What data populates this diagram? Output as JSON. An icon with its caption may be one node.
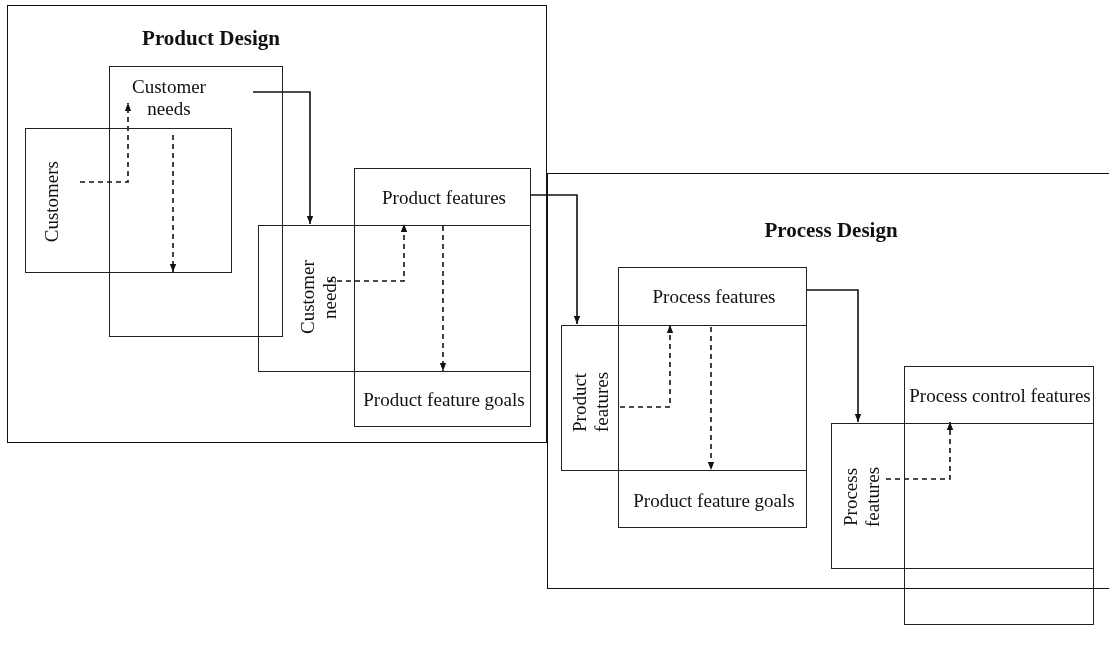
{
  "diagram": {
    "nodes": [
      {
        "text": [
          "Product Design"
        ]
      },
      {
        "text": [
          "Customer needs"
        ],
        "in": 0
      },
      {
        "text": [
          "Customers"
        ],
        "in": 0
      },
      {
        "text": [
          "Product features",
          "Product feature goals"
        ],
        "in": 0
      },
      {
        "text": [
          "Customer needs"
        ],
        "in": 0
      },
      {
        "text": [
          "Process Design"
        ]
      },
      {
        "text": [
          "Process features",
          "Product feature goals"
        ],
        "in": 5
      },
      {
        "text": [
          "Product features"
        ],
        "in": 5
      },
      {
        "text": [
          "Process control features"
        ],
        "in": 5
      },
      {
        "text": [
          "Process features"
        ],
        "in": 5
      }
    ],
    "edges": [
      {
        "from": 1,
        "to": 4,
        "arrow": "to"
      },
      {
        "from": 2,
        "to": 1,
        "arrow": "to",
        "style": "dashed"
      },
      {
        "from": 2,
        "to": 1,
        "arrow": "to",
        "style": "dashed"
      },
      {
        "from": 3,
        "to": 7,
        "arrow": "to"
      },
      {
        "from": 4,
        "to": 3,
        "arrow": "to",
        "style": "dashed"
      },
      {
        "from": 3,
        "to": 4,
        "arrow": "to",
        "style": "dashed"
      },
      {
        "from": 6,
        "to": 9,
        "arrow": "to"
      },
      {
        "from": 7,
        "to": 6,
        "arrow": "to",
        "style": "dashed"
      },
      {
        "from": 6,
        "to": 7,
        "arrow": "to",
        "style": "dashed"
      },
      {
        "from": 9,
        "to": 8,
        "arrow": "to",
        "style": "dashed"
      }
    ]
  }
}
